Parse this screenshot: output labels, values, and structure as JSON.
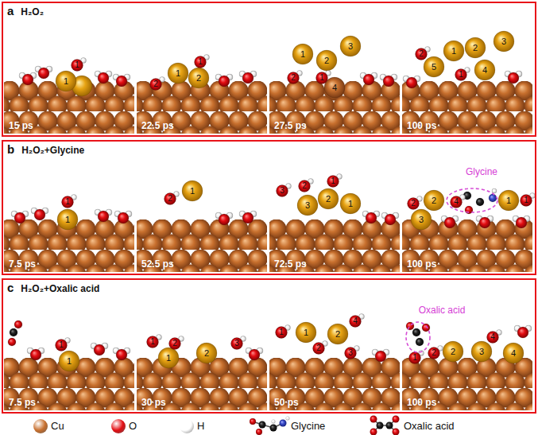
{
  "diagram": {
    "nodes": [
      {
        "text": [
          "a",
          "H₂O₂"
        ]
      },
      {
        "text": [
          "b",
          "H₂O₂+Glycine"
        ]
      },
      {
        "text": [
          "c",
          "H₂O₂+Oxalic acid"
        ]
      }
    ],
    "labels": [
      "15 ps",
      "1",
      "1",
      "22.5 ps",
      "1",
      "2",
      "2",
      "1",
      "27.5 ps",
      "1",
      "2",
      "3",
      "4",
      "2",
      "1",
      "100 ps",
      "1",
      "2",
      "3",
      "4",
      "5",
      "2",
      "1",
      "7.5 ps",
      "1",
      "1",
      "52.5 ps",
      "1",
      "2",
      "72.5 ps",
      "3",
      "2",
      "1",
      "3",
      "2",
      "1",
      "100 ps",
      "2",
      "2",
      "3",
      "4",
      "1",
      "1",
      "Glycine",
      "7.5 ps",
      "1",
      "1",
      "30 ps",
      "1",
      "2",
      "1",
      "2",
      "3",
      "50 ps",
      "1",
      "1",
      "2",
      "2",
      "3",
      "4",
      "100 ps",
      "1",
      "2",
      "2",
      "3",
      "4",
      "4",
      "Oxalic acid"
    ],
    "legend": [
      {
        "text": "Cu",
        "color": "#c8702e"
      },
      {
        "text": "O",
        "color": "#e30d12"
      },
      {
        "text": "H",
        "color": "#ffffff"
      },
      {
        "text": "Glycine"
      },
      {
        "text": "Oxalic acid"
      }
    ]
  }
}
